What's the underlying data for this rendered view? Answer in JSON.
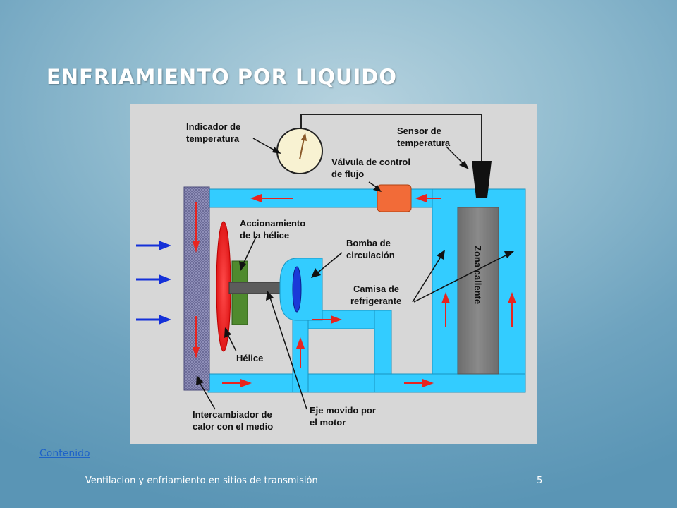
{
  "slide": {
    "title": "ENFRIAMIENTO POR LIQUIDO",
    "link": "Contenido",
    "footer": "Ventilacion y enfriamiento en sitios de transmisión",
    "page_number": "5"
  },
  "diagram": {
    "labels": {
      "temp_indicator_1": "Indicador de",
      "temp_indicator_2": "temperatura",
      "temp_sensor_1": "Sensor de",
      "temp_sensor_2": "temperatura",
      "flow_valve_1": "Válvula de control",
      "flow_valve_2": "de flujo",
      "propeller_drive_1": "Accionamiento",
      "propeller_drive_2": "de la hélice",
      "circulation_pump_1": "Bomba de",
      "circulation_pump_2": "circulación",
      "hot_zone": "Zona caliente",
      "coolant_jacket_1": "Camisa de",
      "coolant_jacket_2": "refrigerante",
      "propeller": "Hélice",
      "heat_exchanger_1": "Intercambiador de",
      "heat_exchanger_2": "calor con el medio",
      "shaft_1": "Eje movido por",
      "shaft_2": "el motor"
    },
    "colors": {
      "background": "#d7d7d7",
      "coolant": "#33ccff",
      "flow_arrow": "#e8241f",
      "air_arrow": "#1430d8",
      "hot_zone": "#7f7f7f",
      "valve": "#f26b38",
      "fan_drive": "#4f8a2e",
      "exchanger": "#7f7fa8"
    }
  }
}
